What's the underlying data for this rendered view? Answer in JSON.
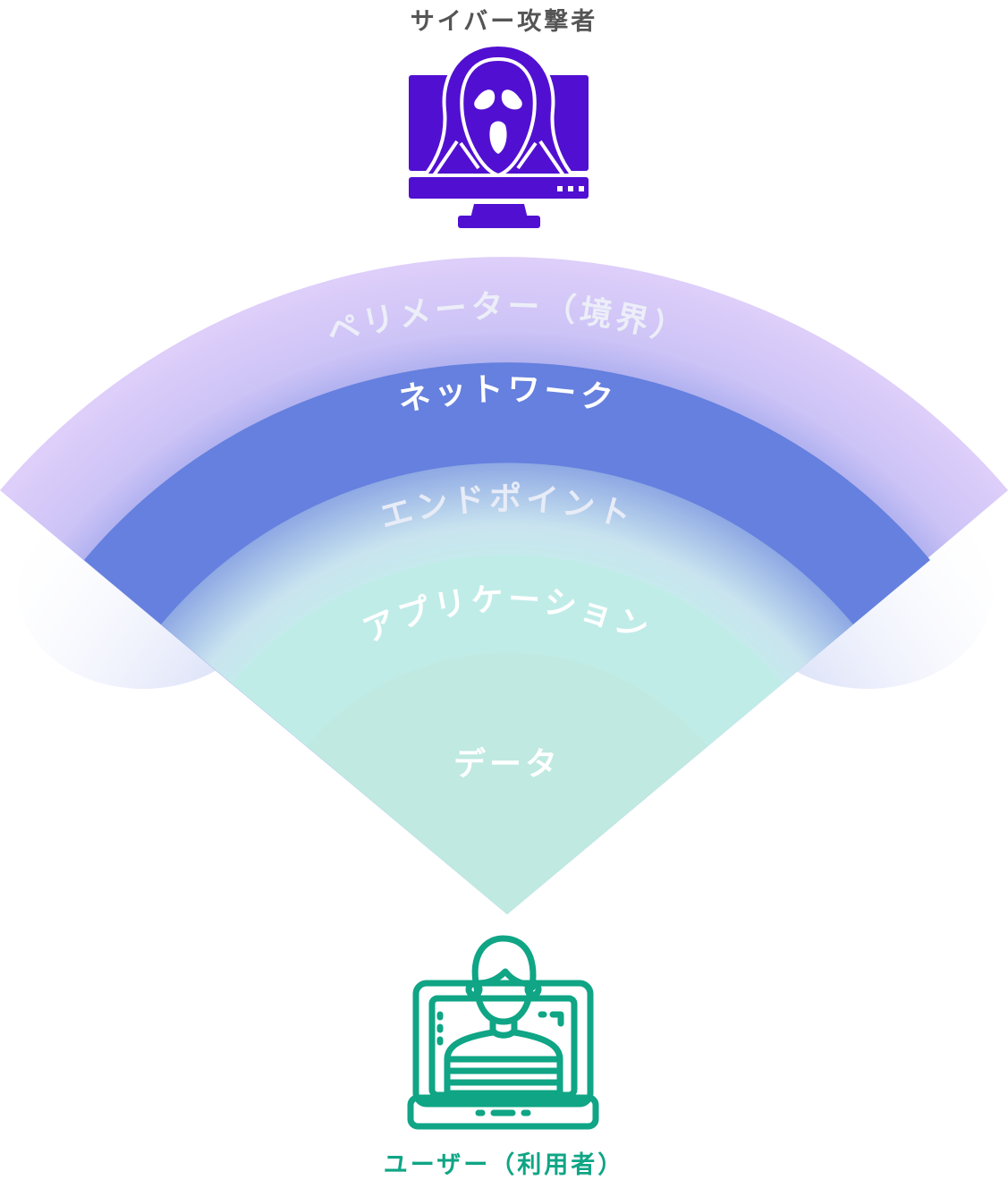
{
  "attacker": {
    "label": "サイバー攻撃者",
    "icon": "scream-mask-monitor-icon",
    "color": "#5110d1"
  },
  "user": {
    "label": "ユーザー（利用者）",
    "icon": "user-laptop-icon",
    "color": "#0fa585"
  },
  "layers": [
    {
      "name": "perimeter",
      "label": "ペリメーター（境界）",
      "color": "#dccdf9",
      "text_color": "#eceef8"
    },
    {
      "name": "network",
      "label": "ネットワーク",
      "color": "#6580de",
      "text_color": "#ffffff"
    },
    {
      "name": "endpoint",
      "label": "エンドポイント",
      "color": "#c8e6ee",
      "text_color": "#e8ecf7"
    },
    {
      "name": "application",
      "label": "アプリケーション",
      "color": "#c0ece8",
      "text_color": "#ffffff"
    },
    {
      "name": "data",
      "label": "データ",
      "color": "#bfe9e1",
      "text_color": "#ffffff"
    }
  ]
}
